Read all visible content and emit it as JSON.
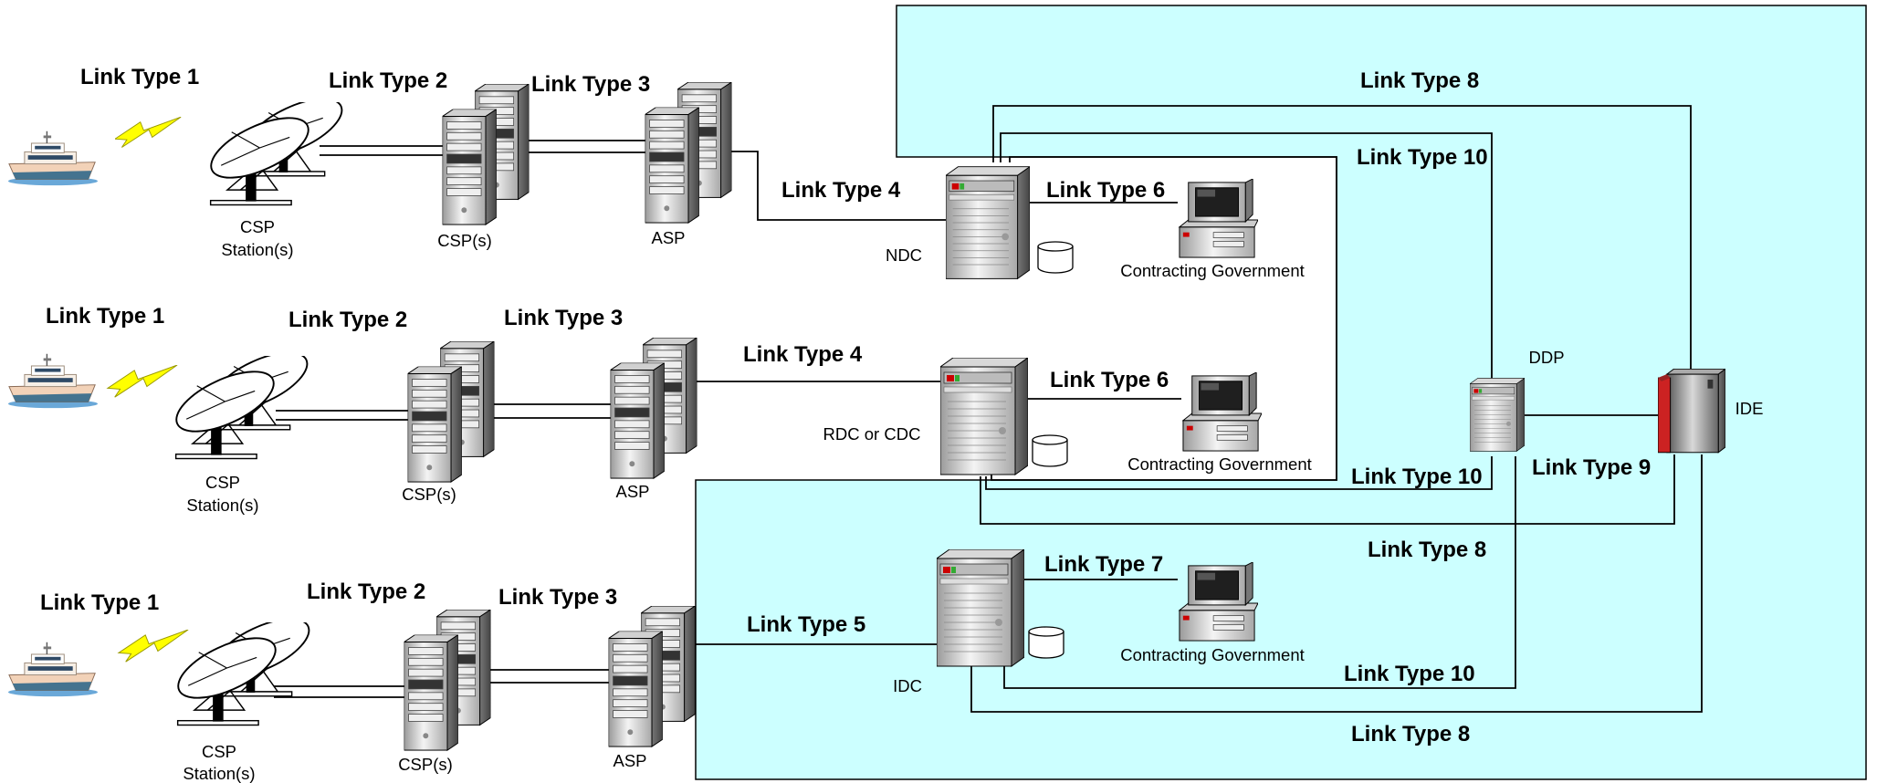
{
  "colors": {
    "region_fill": "#ccffff",
    "bolt": "#ffff00",
    "ide_accent": "#cc2222"
  },
  "link_labels": {
    "lt1": "Link Type 1",
    "lt2": "Link Type 2",
    "lt3": "Link Type 3",
    "lt4": "Link Type 4",
    "lt5": "Link Type 5",
    "lt6": "Link Type 6",
    "lt7": "Link Type 7",
    "lt8": "Link Type 8",
    "lt9": "Link Type 9",
    "lt10": "Link Type 10"
  },
  "node_labels": {
    "csp_station_line1": "CSP",
    "csp_station_line2": "Station(s)",
    "csp": "CSP(s)",
    "asp": "ASP",
    "ndc": "NDC",
    "rdc_cdc": "RDC or CDC",
    "idc": "IDC",
    "ddp": "DDP",
    "ide": "IDE",
    "contracting_government": "Contracting Government"
  },
  "icons": [
    "ship-icon",
    "lightning-icon",
    "satellite-dish-icon",
    "server-tower-icon",
    "database-icon",
    "desktop-computer-icon",
    "mainframe-icon"
  ]
}
